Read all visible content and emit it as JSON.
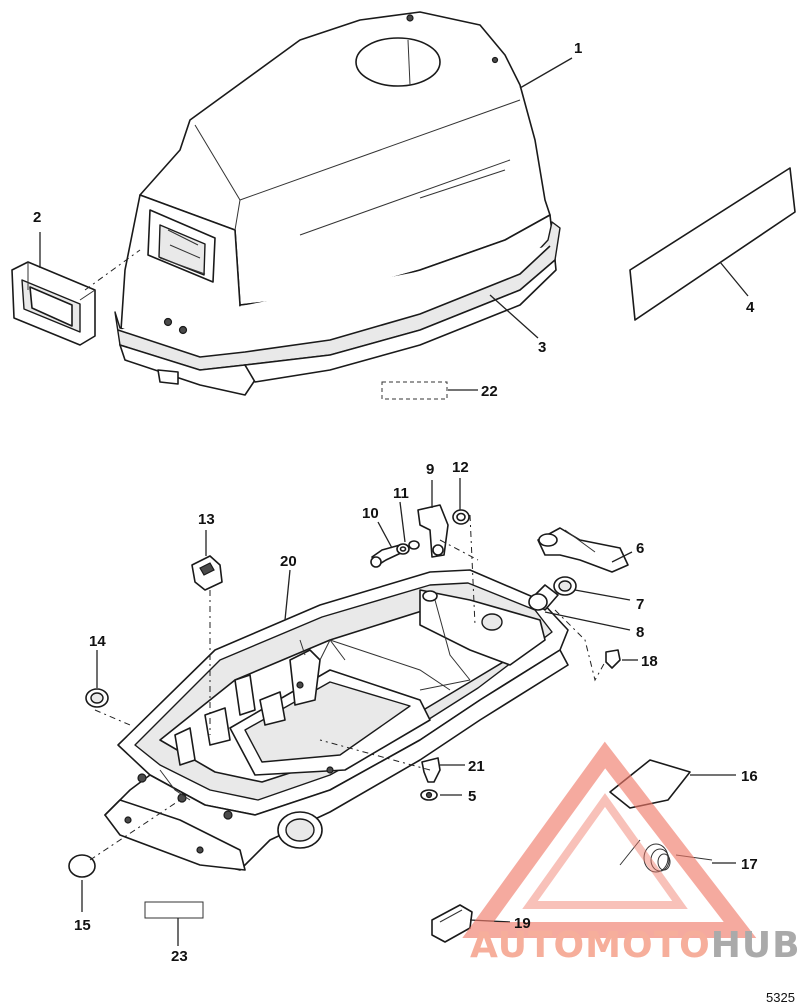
{
  "diagram": {
    "drawing_number": "5325",
    "callouts": [
      "1",
      "2",
      "3",
      "4",
      "5",
      "6",
      "7",
      "8",
      "9",
      "10",
      "11",
      "12",
      "13",
      "14",
      "15",
      "16",
      "17",
      "18",
      "19",
      "20",
      "21",
      "22",
      "23"
    ]
  },
  "watermark": {
    "text_part1": "AUTOMOTO",
    "text_part2": "HUB",
    "color_primary": "#f5a08a",
    "color_secondary": "#9c9c9c",
    "triangle_color": "#f07a6a"
  }
}
